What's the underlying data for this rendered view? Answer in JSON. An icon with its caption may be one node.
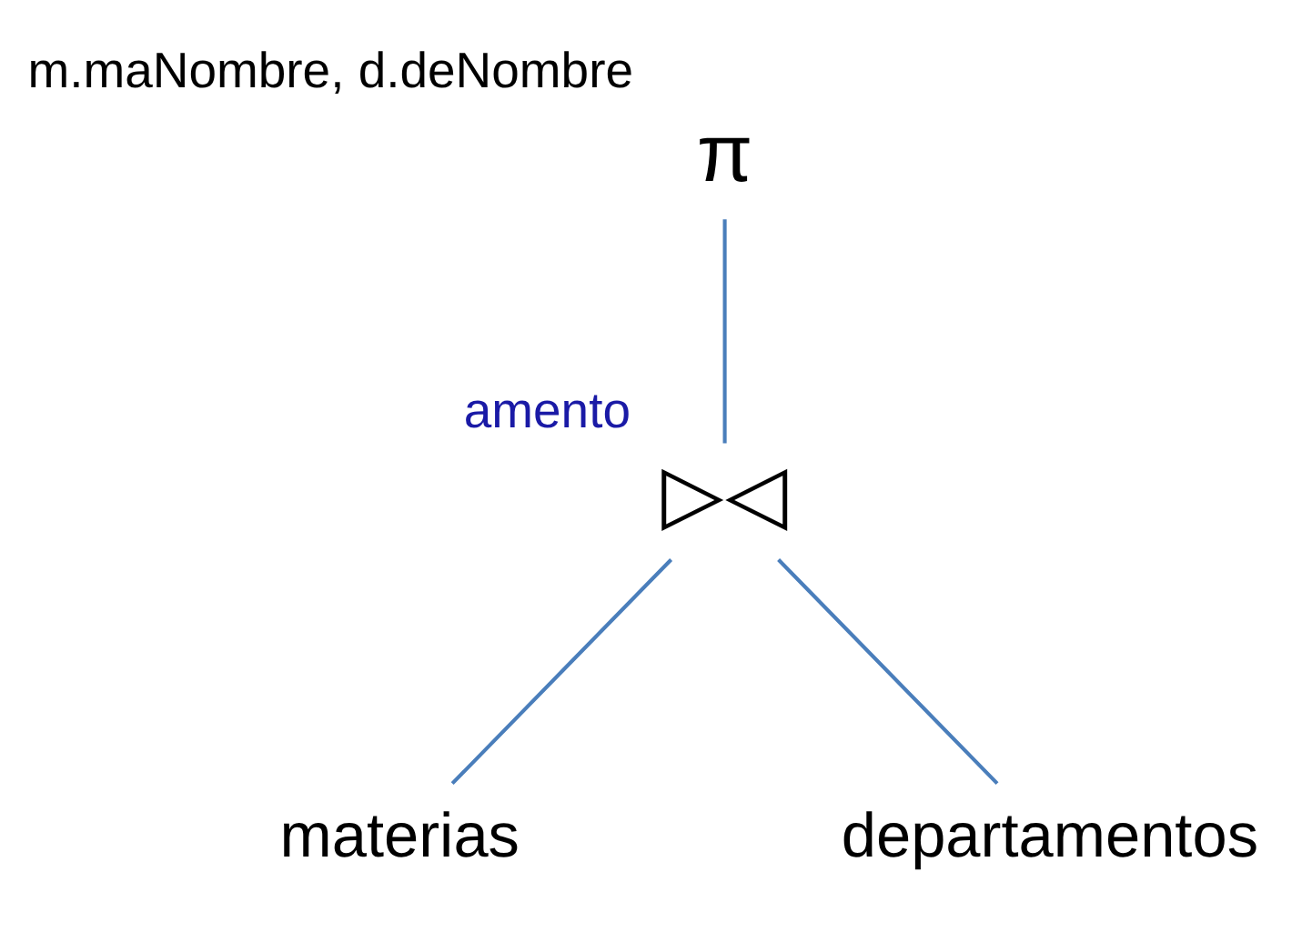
{
  "diagram": {
    "nodes": [
      {
        "text": [
          "π"
        ],
        "beside": [
          "m.maNombre, d.deNombre"
        ]
      },
      {
        "text": [
          "▷◁"
        ],
        "beside": [
          "amento"
        ]
      },
      {
        "text": [
          "materias"
        ]
      },
      {
        "text": [
          "departamentos"
        ]
      }
    ],
    "edges": [
      {
        "from": 0,
        "to": 1,
        "arrow": "none"
      },
      {
        "from": 1,
        "to": 2,
        "arrow": "none"
      },
      {
        "from": 1,
        "to": 3,
        "arrow": "none"
      }
    ]
  }
}
